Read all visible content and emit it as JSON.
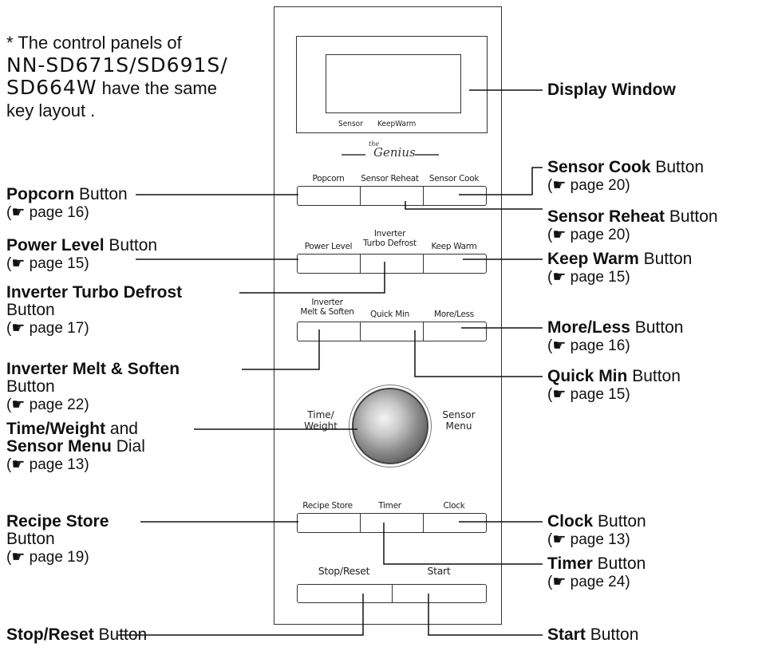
{
  "note": {
    "line1": "* The control panels of",
    "line2": "NN-SD671S/SD691S/",
    "line3_model": "SD664W",
    "line3_rest": " have the same",
    "line4": "key layout ."
  },
  "panel": {
    "display_labels": {
      "sensor": "Sensor",
      "keepwarm": "KeepWarm"
    },
    "genius": {
      "prefix": "the",
      "word": "Genius"
    },
    "row1": [
      "Popcorn",
      "Sensor Reheat",
      "Sensor Cook"
    ],
    "row2": {
      "power": "Power Level",
      "inverter": "Inverter",
      "turbo": "Turbo Defrost",
      "keepwarm": "Keep Warm"
    },
    "row3": {
      "inverter": "Inverter",
      "melt": "Melt & Soften",
      "quickmin": "Quick Min",
      "moreless": "More/Less"
    },
    "dial": {
      "left1": "Time/",
      "left2": "Weight",
      "right1": "Sensor",
      "right2": "Menu"
    },
    "row4": [
      "Recipe Store",
      "Timer",
      "Clock"
    ],
    "row5": [
      "Stop/Reset",
      "Start"
    ]
  },
  "callouts_left": {
    "popcorn": {
      "name": "Popcorn",
      "suffix": " Button",
      "page": "(☛ page 16)"
    },
    "power": {
      "name": "Power Level",
      "suffix": " Button",
      "page": "(☛ page 15)"
    },
    "turbo": {
      "name": "Inverter Turbo Defrost",
      "line2": "Button",
      "page": "(☛ page 17)"
    },
    "melt": {
      "name": "Inverter Melt & Soften",
      "line2": "Button",
      "page": "(☛ page 22)"
    },
    "dial": {
      "name1": "Time/Weight",
      "and": " and",
      "name2": "Sensor Menu",
      "suffix": " Dial",
      "page": "(☛ page 13)"
    },
    "recipe": {
      "name": "Recipe Store",
      "line2": "Button",
      "page": "(☛ page 19)"
    },
    "stop": {
      "name": "Stop/Reset",
      "suffix": " Button"
    }
  },
  "callouts_right": {
    "display": {
      "name": "Display Window"
    },
    "sensorcook": {
      "name": "Sensor Cook",
      "suffix": " Button",
      "page": "(☛ page 20)"
    },
    "reheat": {
      "name": "Sensor Reheat",
      "suffix": " Button",
      "page": "(☛ page 20)"
    },
    "keepwarm": {
      "name": "Keep Warm",
      "suffix": " Button",
      "page": "(☛ page 15)"
    },
    "moreless": {
      "name": "More/Less",
      "suffix": " Button",
      "page": "(☛ page 16)"
    },
    "quickmin": {
      "name": "Quick Min",
      "suffix": " Button",
      "page": "(☛ page 15)"
    },
    "clock": {
      "name": "Clock",
      "suffix": " Button",
      "page": "(☛ page 13)"
    },
    "timer": {
      "name": "Timer",
      "suffix": " Button",
      "page": "(☛ page 24)"
    },
    "start": {
      "name": "Start",
      "suffix": " Button"
    }
  }
}
